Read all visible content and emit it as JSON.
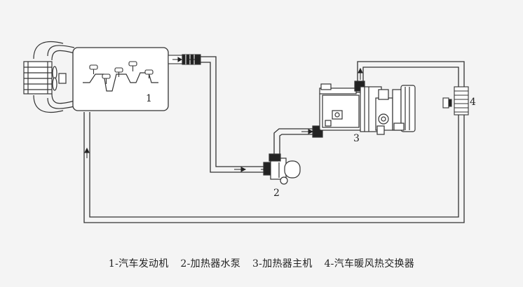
{
  "diagram": {
    "labels": {
      "engine": "1",
      "pump": "2",
      "heater": "3",
      "exchanger": "4"
    },
    "legend": [
      {
        "key": "engine",
        "text": "1-汽车发动机"
      },
      {
        "key": "pump",
        "text": "2-加热器水泵"
      },
      {
        "key": "heater",
        "text": "3-加热器主机"
      },
      {
        "key": "exchanger",
        "text": "4-汽车暖风热交换器"
      }
    ],
    "colors": {
      "background": "#f4f4f4",
      "line": "#333333",
      "fill": "#ffffff"
    }
  }
}
